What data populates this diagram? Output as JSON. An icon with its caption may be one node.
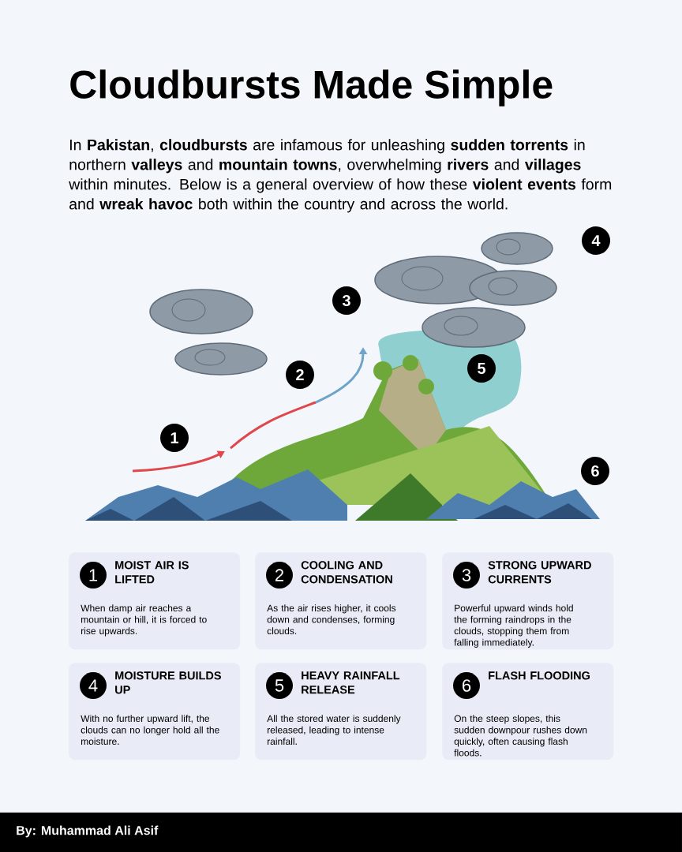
{
  "diagram": {
    "title": "Cloudbursts Made Simple",
    "nodes": [
      {
        "text": [
          "1",
          "MOIST AIR IS LIFTED",
          "When damp air reaches a mountain or hill, it is forced to rise upwards."
        ]
      },
      {
        "text": [
          "2",
          "COOLING AND CONDENSATION",
          "As the air rises higher, it cools down and condenses, forming clouds."
        ]
      },
      {
        "text": [
          "3",
          "STRONG UPWARD CURRENTS",
          "Powerful upward winds hold the forming raindrops in the clouds, stopping them from falling immediately."
        ]
      },
      {
        "text": [
          "4",
          "MOISTURE BUILDS UP",
          "With no further upward lift, the clouds can no longer hold all the moisture."
        ]
      },
      {
        "text": [
          "5",
          "HEAVY RAINFALL RELEASE",
          "All the stored water is suddenly released, leading to intense rainfall."
        ]
      },
      {
        "text": [
          "6",
          "FLASH FLOODING",
          "On the steep slopes, this sudden downpour rushes down quickly, often causing flash floods."
        ]
      }
    ],
    "labels": [
      "In **Pakistan**, **cloudbursts** are infamous for unleashing **sudden torrents** in northern **valleys** and **mountain towns**, overwhelming **rivers** and **villages** within minutes. Below is a general overview of how these **violent events** form and **wreak havoc** both within the country and across the world.",
      "4",
      "3",
      "5",
      "2",
      "1",
      "6",
      "By: Muhammad Ali Asif"
    ]
  }
}
